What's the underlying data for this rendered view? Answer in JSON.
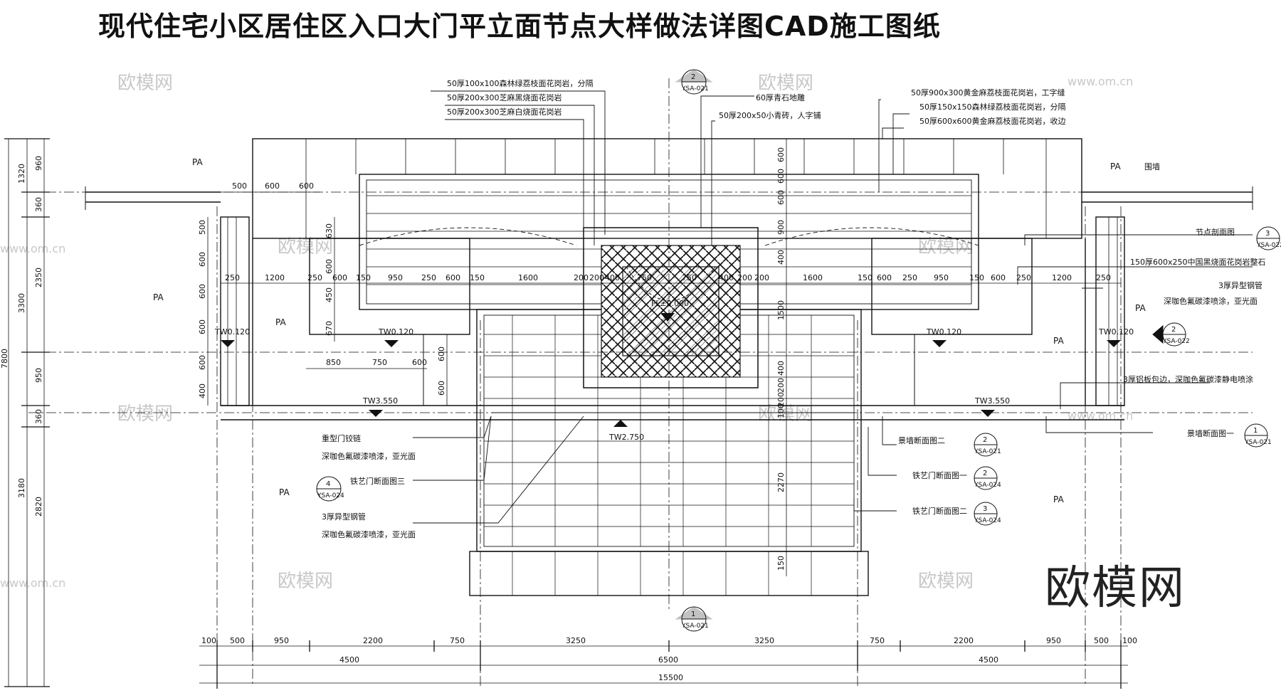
{
  "title": "现代住宅小区居住区入口大门平立面节点大样做法详图CAD施工图纸",
  "watermark": "欧模网",
  "watermark_url": "www.om.cn",
  "brand": "欧模网",
  "annotations_top_left": [
    "50厚100x100森林绿荔枝面花岗岩，分隔",
    "50厚200x300芝麻黑烧面花岗岩",
    "50厚200x300芝麻白烧面花岗岩"
  ],
  "annotation_center": "50厚200x50小青砖，人字铺",
  "annotation_center_top": "60厚青石地雕",
  "annotations_top_right": [
    "50厚900x300黄金麻荔枝面花岗岩，工字缝",
    "50厚150x150森林绿荔枝面花岗岩，分隔",
    "50厚600x600黄金麻荔枝面花岗岩，收边"
  ],
  "annotations_right": {
    "wall": "围墙",
    "node_section": "节点剖面图",
    "stone": "150厚600x250中国黑烧面花岗岩整石",
    "steel_tube": "3厚异型钢管",
    "paint": "深咖色氟碳漆喷涂，亚光面",
    "aluminum": "3厚铝板包边，深咖色氟碳漆静电喷涂",
    "wall_section1": "景墙断面图一",
    "wall_section2": "景墙断面图二",
    "gate_section1": "铁艺门断面图一",
    "gate_section2": "铁艺门断面图二"
  },
  "annotations_left": {
    "hinge": "重型门铰链",
    "hinge_paint": "深咖色氟碳漆喷漆，亚光面",
    "gate_section3": "铁艺门断面图三",
    "tube": "3厚异型钢管",
    "tube_paint": "深咖色氟碳漆喷漆，亚光面"
  },
  "callouts": {
    "top": {
      "num": "2",
      "ref": "YSA-021"
    },
    "bottom": {
      "num": "1",
      "ref": "YSA-021"
    },
    "left_section": {
      "num": "4",
      "ref": "YSA-024"
    },
    "right_node": {
      "num": "3",
      "ref": "YSA-022"
    },
    "right_side": {
      "num": "2",
      "ref": "YSA-022"
    },
    "r_wall1": {
      "num": "1",
      "ref": "YSA-021"
    },
    "r_wall2": {
      "num": "2",
      "ref": "YSA-021"
    },
    "r_gate1": {
      "num": "2",
      "ref": "YSA-024"
    },
    "r_gate2": {
      "num": "3",
      "ref": "YSA-024"
    }
  },
  "levels": {
    "fl": "FL±0.000",
    "tw0_left": "TW0.120",
    "tw0_left2": "TW0.120",
    "tw0_right": "TW0.120",
    "tw0_right2": "TW0.120",
    "tw3_left": "TW3.550",
    "tw3_right": "TW3.550",
    "tw2": "TW2.750"
  },
  "pa_label": "PA",
  "left_dims": [
    "1320",
    "960",
    "360",
    "3300",
    "2350",
    "950",
    "7800",
    "360",
    "3180",
    "2820"
  ],
  "left_inner_dims": [
    "500",
    "600",
    "600",
    "600",
    "600",
    "400"
  ],
  "top_row_dims": [
    "500",
    "600",
    "600"
  ],
  "mid_row_dims_left": [
    "250",
    "1200",
    "250",
    "600",
    "150",
    "950",
    "250",
    "600",
    "150",
    "1600",
    "200",
    "200",
    "400",
    "750"
  ],
  "mid_row_dims_right": [
    "750",
    "400",
    "200",
    "200",
    "1600",
    "150",
    "600",
    "250",
    "950",
    "150",
    "600",
    "250",
    "1200",
    "250"
  ],
  "row3_dims": [
    "850",
    "750",
    "600"
  ],
  "small_vert_left": [
    "630",
    "600",
    "450",
    "670",
    "600",
    "600"
  ],
  "center_vert": [
    "600",
    "600",
    "600",
    "900",
    "400",
    "1500",
    "400",
    "200",
    "200",
    "100",
    "2270",
    "150"
  ],
  "bottom_dims_1": [
    "100",
    "500",
    "950",
    "2200",
    "750",
    "3250",
    "3250",
    "750",
    "2200",
    "950",
    "500",
    "100"
  ],
  "bottom_dims_2": [
    "4500",
    "6500",
    "4500"
  ],
  "bottom_dims_3": [
    "15500"
  ]
}
